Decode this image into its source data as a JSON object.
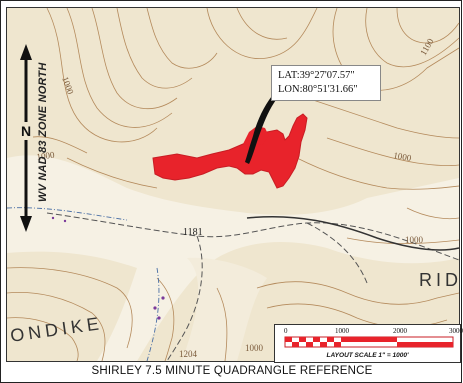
{
  "map": {
    "north_label": "WV NAD 83 ZONE NORTH",
    "north_arrow_letter": "N",
    "callout_lat": "LAT:39°27'07.57\"",
    "callout_lon": "LON:80°51'31.66\"",
    "place_label_1": "ONDIKE",
    "place_label_2": "RID",
    "spot_elevation": "1181",
    "contour_labels": [
      "1000",
      "1000",
      "1000",
      "1100",
      "1000",
      "1000",
      "1204"
    ],
    "scale_ticks": [
      "0",
      "1000",
      "2000",
      "3000"
    ],
    "scale_caption": "LAYOUT SCALE   1\" = 1000'",
    "caption": "SHIRLEY 7.5 MINUTE QUADRANGLE REFERENCE",
    "colors": {
      "background": "#efe6cf",
      "contour": "#b48a5c",
      "site": "#e8232b",
      "leader": "#111111"
    }
  }
}
